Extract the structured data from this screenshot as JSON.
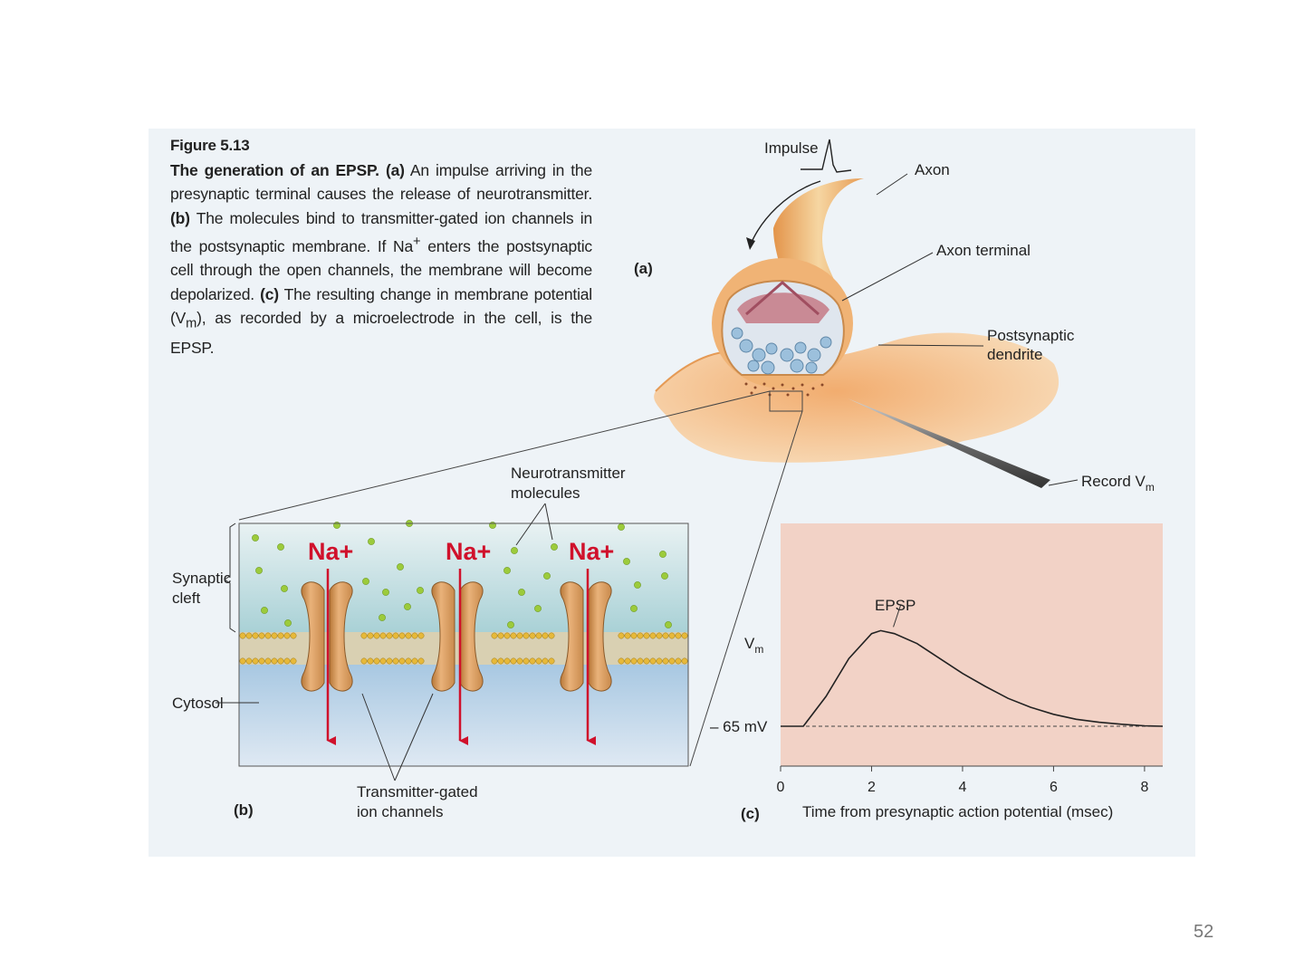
{
  "caption": {
    "figure_number": "Figure 5.13",
    "title": "The generation of an EPSP.",
    "a_tag": "(a)",
    "a_text": "An impulse arriving in the presynaptic terminal causes the release of neurotransmitter.",
    "b_tag": "(b)",
    "b_text": "The molecules bind to transmitter-gated ion channels in the postsynaptic membrane. If Na",
    "b_sup": "+",
    "b_text2": "enters the postsynaptic cell through the open channels, the membrane will become depolarized.",
    "c_tag": "(c)",
    "c_text": "The resulting change in membrane potential (V",
    "c_sub": "m",
    "c_text2": "), as recorded by a microelectrode in the cell, is the EPSP."
  },
  "panel_a": {
    "tag": "(a)",
    "impulse": "Impulse",
    "axon": "Axon",
    "axon_terminal": "Axon terminal",
    "postsynaptic_line1": "Postsynaptic",
    "postsynaptic_line2": "dendrite",
    "record": "Record V",
    "record_sub": "m"
  },
  "panel_b": {
    "tag": "(b)",
    "nt_line1": "Neurotransmitter",
    "nt_line2": "molecules",
    "ion": "Na+",
    "synaptic_line1": "Synaptic",
    "synaptic_line2": "cleft",
    "cytosol": "Cytosol",
    "channels_line1": "Transmitter-gated",
    "channels_line2": "ion channels"
  },
  "panel_c": {
    "tag": "(c)",
    "ylabel": "V",
    "ylabel_sub": "m",
    "baseline_label": "– 65 mV",
    "epsp_label": "EPSP",
    "xlabel": "Time from presynaptic action potential (msec)",
    "x_ticks": [
      "0",
      "2",
      "4",
      "6",
      "8"
    ]
  },
  "chart_data": {
    "type": "line",
    "xlabel": "Time from presynaptic action potential (msec)",
    "ylabel": "Vm",
    "xlim": [
      0,
      8.4
    ],
    "x_ticks": [
      0,
      2,
      4,
      6,
      8
    ],
    "baseline": -65,
    "baseline_label": "– 65 mV",
    "annotation": "EPSP",
    "series": [
      {
        "x": [
          0,
          0.5,
          1.0,
          1.5,
          2.0,
          2.2,
          2.5,
          3.0,
          3.5,
          4.0,
          4.5,
          5.0,
          5.5,
          6.0,
          6.5,
          7.0,
          7.5,
          8.0,
          8.4
        ],
        "y": [
          0,
          0,
          0.3,
          0.68,
          0.93,
          0.96,
          0.93,
          0.83,
          0.68,
          0.53,
          0.4,
          0.28,
          0.19,
          0.12,
          0.07,
          0.04,
          0.02,
          0.005,
          0
        ]
      }
    ],
    "grid": false,
    "colors": {
      "background": "#f2d2c6",
      "line": "#222222"
    }
  },
  "slide_number": "52",
  "colors": {
    "panel_bg": "#eef3f7",
    "na_red": "#d0112b",
    "neuron_orange": "#f0a25c",
    "channel_tan": "#d99a5c",
    "plot_bg": "#f2d2c6"
  }
}
